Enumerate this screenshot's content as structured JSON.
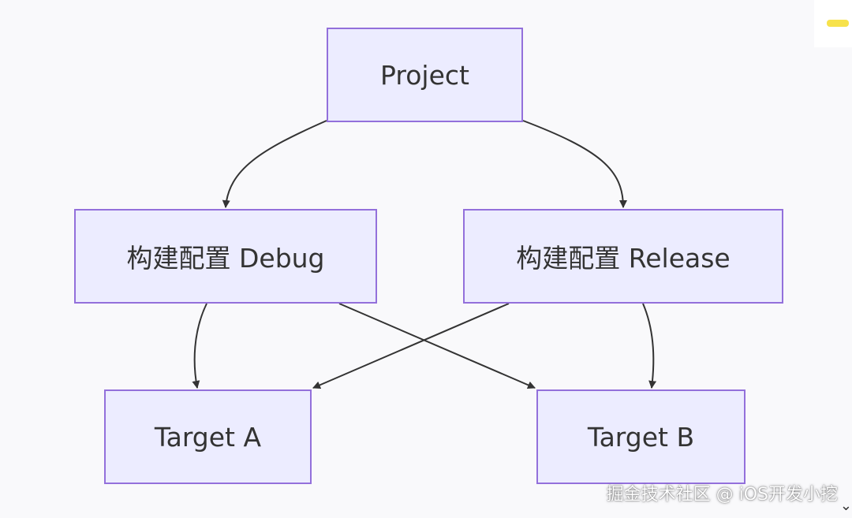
{
  "diagram": {
    "nodes": [
      {
        "id": "project",
        "label": "Project"
      },
      {
        "id": "debug",
        "label": "构建配置 Debug"
      },
      {
        "id": "release",
        "label": "构建配置 Release"
      },
      {
        "id": "targeta",
        "label": "Target A"
      },
      {
        "id": "targetb",
        "label": "Target B"
      }
    ],
    "edges": [
      {
        "from": "project",
        "to": "debug"
      },
      {
        "from": "project",
        "to": "release"
      },
      {
        "from": "debug",
        "to": "targeta"
      },
      {
        "from": "debug",
        "to": "targetb"
      },
      {
        "from": "release",
        "to": "targeta"
      },
      {
        "from": "release",
        "to": "targetb"
      }
    ],
    "colors": {
      "node_fill": "#ececff",
      "node_border": "#9370db",
      "edge": "#333333",
      "background": "#f9f9fb"
    }
  },
  "watermark": "掘金技术社区 @ iOS开发小挖",
  "icons": {
    "corner_tag": "yellow-tag-icon",
    "corner_chevron": "chevron-down-icon"
  }
}
